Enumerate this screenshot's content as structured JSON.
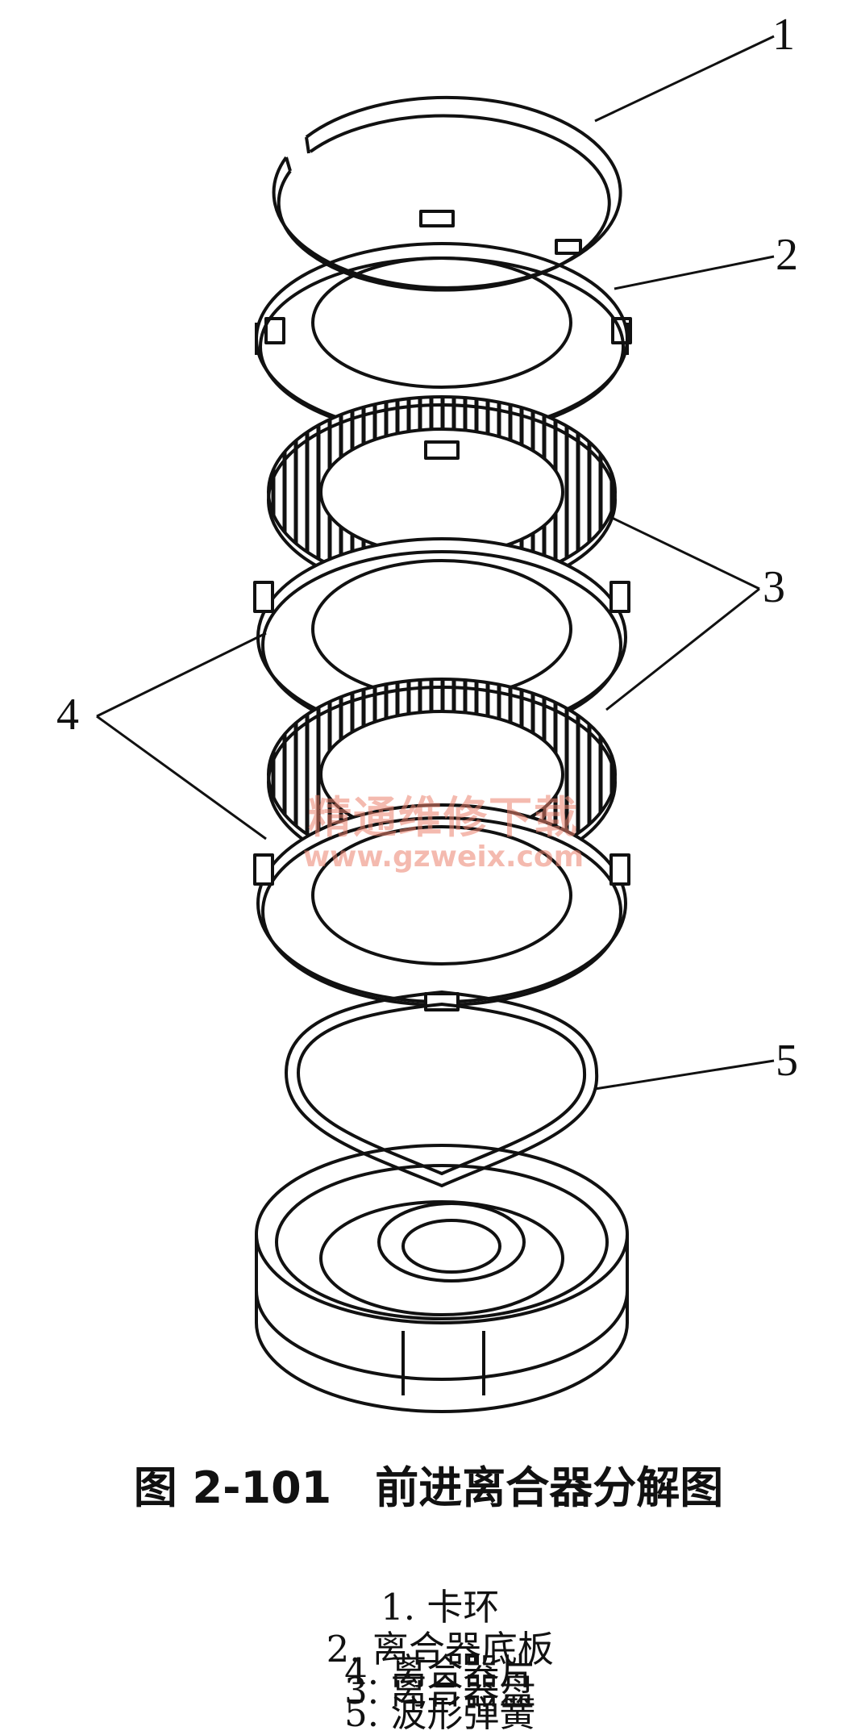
{
  "figure": {
    "title": "图 2-101　前进离合器分解图",
    "callouts": [
      {
        "id": "1",
        "label": "1"
      },
      {
        "id": "2",
        "label": "2"
      },
      {
        "id": "3",
        "label": "3"
      },
      {
        "id": "4",
        "label": "4"
      },
      {
        "id": "5",
        "label": "5"
      }
    ],
    "legend": [
      [
        "1. 卡环",
        "2. 离合器底板",
        "3. 离合器盘"
      ],
      [
        "4. 离合器片",
        "5. 波形弹簧"
      ]
    ],
    "watermark": {
      "text_cn": "精通维修下载",
      "url": "www.gzweix.com",
      "color": "#eb826e"
    },
    "line_color": "#111111"
  }
}
